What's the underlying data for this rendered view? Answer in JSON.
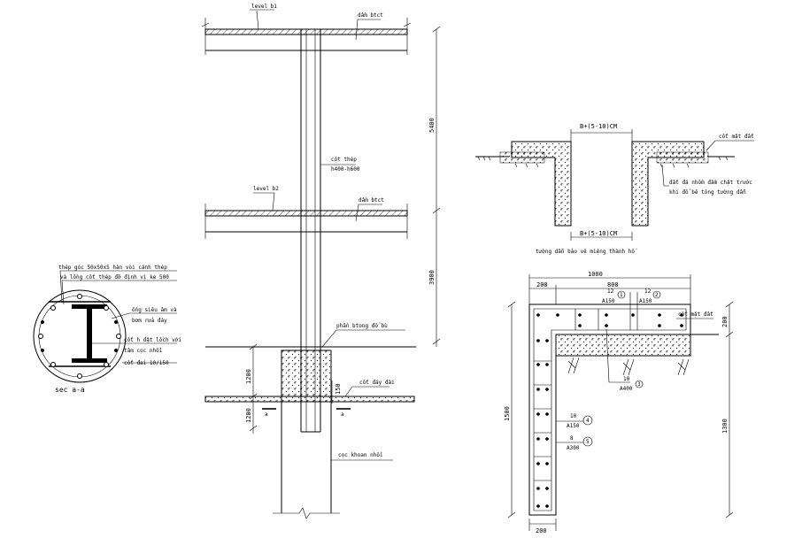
{
  "colors": {
    "line": "#000000",
    "background": "#ffffff"
  },
  "elevation": {
    "level_top": "level b1",
    "beam_top": "dầm btct",
    "level_mid": "level b2",
    "beam_mid": "dầm btct",
    "column_name": "cột thép",
    "column_size": "h400-h600",
    "pile_cap_note": "phần btong đổ bù",
    "lean_concrete": "cốt đáy đài",
    "pile_label": "cọc khoan nhồi",
    "dim_upper": "5400",
    "dim_lower": "3900",
    "dim_cap_top": "1200",
    "dim_cap_bottom": "1200",
    "dim_gap": "150",
    "section_mark_left": "a",
    "section_mark_right": "a"
  },
  "section": {
    "title": "sec a-a",
    "note1_line1": "thép góc 50x50x5 hàn vòi cánh thép",
    "note1_line2": "và lồng cốt thép đỡ định vị ke 500",
    "note2_line1": "ống siêu âm và",
    "note2_line2": "bơm rửa đáy",
    "note3_line1": "cốt h đặt lồch với",
    "note3_line2": "tâm cọc nhồi",
    "note4": "cốt đai 10/150"
  },
  "wall_detail": {
    "top_dim": "B+(5-10)CM",
    "bottom_dim": "B+(5-10)CM",
    "ground_label": "cốt mặt đất",
    "note_line1": "đất đá nhồm đầm chặt trước",
    "note_line2": "khi đổ bê tông tường dẫn",
    "caption": "tường dẫn bảo vệ miệng thành hố"
  },
  "rebar_detail": {
    "dim_total": "1000",
    "dim_left": "200",
    "dim_right": "800",
    "dim_height": "1500",
    "dim_side": "200",
    "dim_right_height": "1300",
    "dim_bottom": "200",
    "ground_label": "cốt mặt đất",
    "bar1_dia": "12",
    "bar1_spacing": "A150",
    "bar2_dia": "12",
    "bar2_spacing": "A150",
    "bar3_dia": "10",
    "bar3_spacing": "A400",
    "bar4_dia": "10",
    "bar4_spacing": "A150",
    "bar5_dia": "8",
    "bar5_spacing": "A300",
    "mark1": "1",
    "mark2": "2",
    "mark3": "3",
    "mark4": "4",
    "mark5": "5"
  }
}
